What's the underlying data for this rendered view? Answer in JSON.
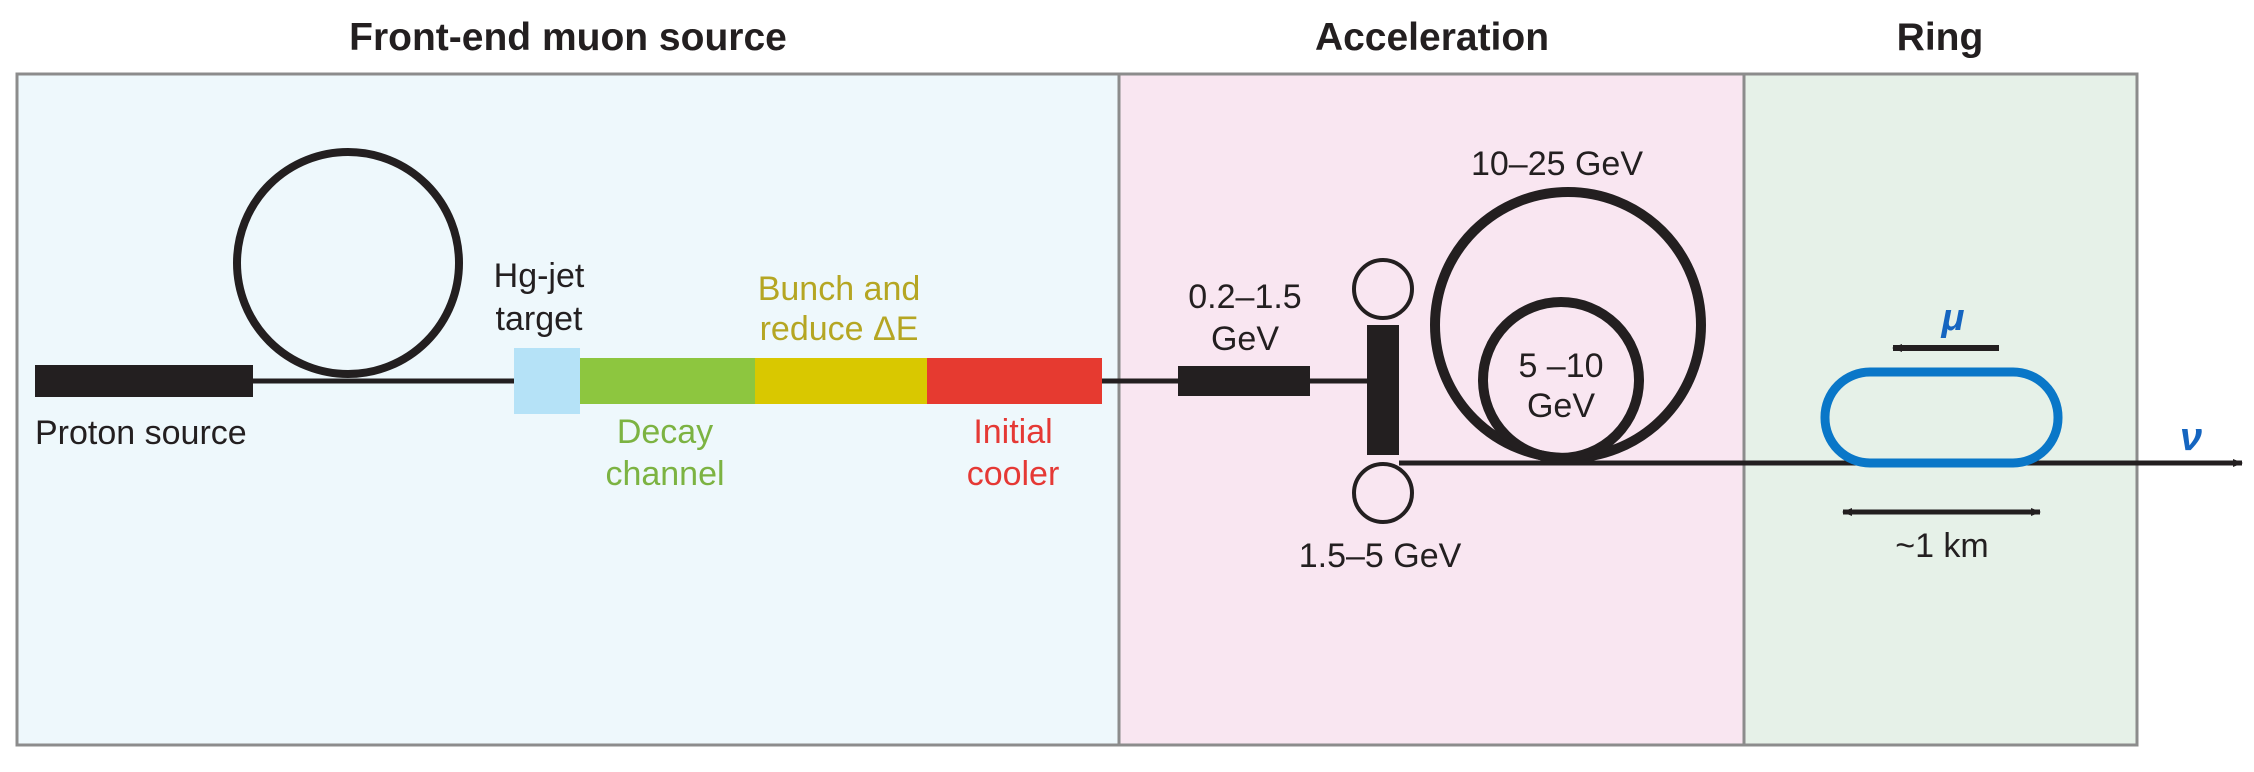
{
  "sections": {
    "front_end": {
      "title": "Front-end muon source",
      "fill": "#eef8fc"
    },
    "acceleration": {
      "title": "Acceleration",
      "fill": "#f9e6f1"
    },
    "ring": {
      "title": "Ring",
      "fill": "#e6f1e8"
    }
  },
  "labels": {
    "proton_source": "Proton source",
    "target_line1": "Hg-jet",
    "target_line2": "target",
    "bunch_line1": "Bunch and",
    "bunch_line2": "reduce ΔE",
    "decay_line1": "Decay",
    "decay_line2": "channel",
    "cooler_line1": "Initial",
    "cooler_line2": "cooler",
    "linac_line1": "0.2–1.5",
    "linac_line2": "GeV",
    "rla_big": "10–25 GeV",
    "rla_small_line1": "5 –10",
    "rla_small_line2": "GeV",
    "rla_first": "1.5–5 GeV",
    "muon_symbol": "μ",
    "neutrino_symbol": "ν",
    "ring_size": "~1 km"
  },
  "colors": {
    "line": "#231f20",
    "section_border": "#8c8c8c",
    "target": "#b5e2f7",
    "decay": "#8dc63f",
    "bunch": "#d9c800",
    "cooler": "#e63a30",
    "bunch_text": "#b5a623",
    "decay_text": "#7cb342",
    "cooler_text": "#e53935",
    "ring": "#0a77c8",
    "muon_text": "#1565c0"
  }
}
